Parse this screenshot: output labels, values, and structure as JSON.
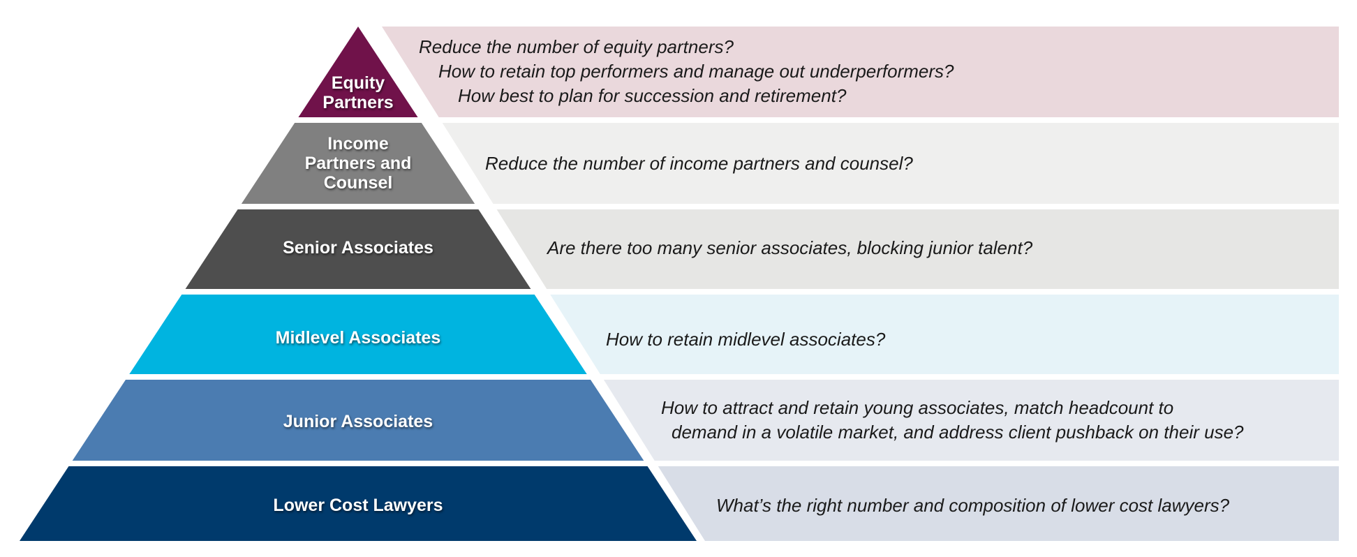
{
  "tiers": [
    {
      "name": "Equity Partners",
      "label_lines": [
        "Equity",
        "Partners"
      ],
      "color": "#70124a",
      "band_color": "#ead8dc",
      "questions": [
        "Reduce the number of equity partners?",
        "How to retain top performers and manage out underperformers?",
        "How best to plan for succession and retirement?"
      ]
    },
    {
      "name": "Income Partners and Counsel",
      "label_lines": [
        "Income",
        "Partners and",
        "Counsel"
      ],
      "color": "#808080",
      "band_color": "#efefee",
      "questions": [
        "Reduce the number of income partners and counsel?"
      ]
    },
    {
      "name": "Senior Associates",
      "label_lines": [
        "Senior Associates"
      ],
      "color": "#4e4e4e",
      "band_color": "#e6e6e4",
      "questions": [
        "Are there too many senior associates, blocking junior talent?"
      ]
    },
    {
      "name": "Midlevel Associates",
      "label_lines": [
        "Midlevel Associates"
      ],
      "color": "#00b4e0",
      "band_color": "#e6f3f8",
      "questions": [
        "How to retain midlevel associates?"
      ]
    },
    {
      "name": "Junior Associates",
      "label_lines": [
        "Junior Associates"
      ],
      "color": "#4b7cb1",
      "band_color": "#e6e9ef",
      "questions": [
        "How to attract and retain young associates, match headcount to",
        "demand in a volatile market, and address client pushback on their use?"
      ]
    },
    {
      "name": "Lower Cost Lawyers",
      "label_lines": [
        "Lower Cost Lawyers"
      ],
      "color": "#003a6c",
      "band_color": "#d8dde7",
      "questions": [
        "What’s the right number and composition of lower cost lawyers?"
      ]
    }
  ]
}
